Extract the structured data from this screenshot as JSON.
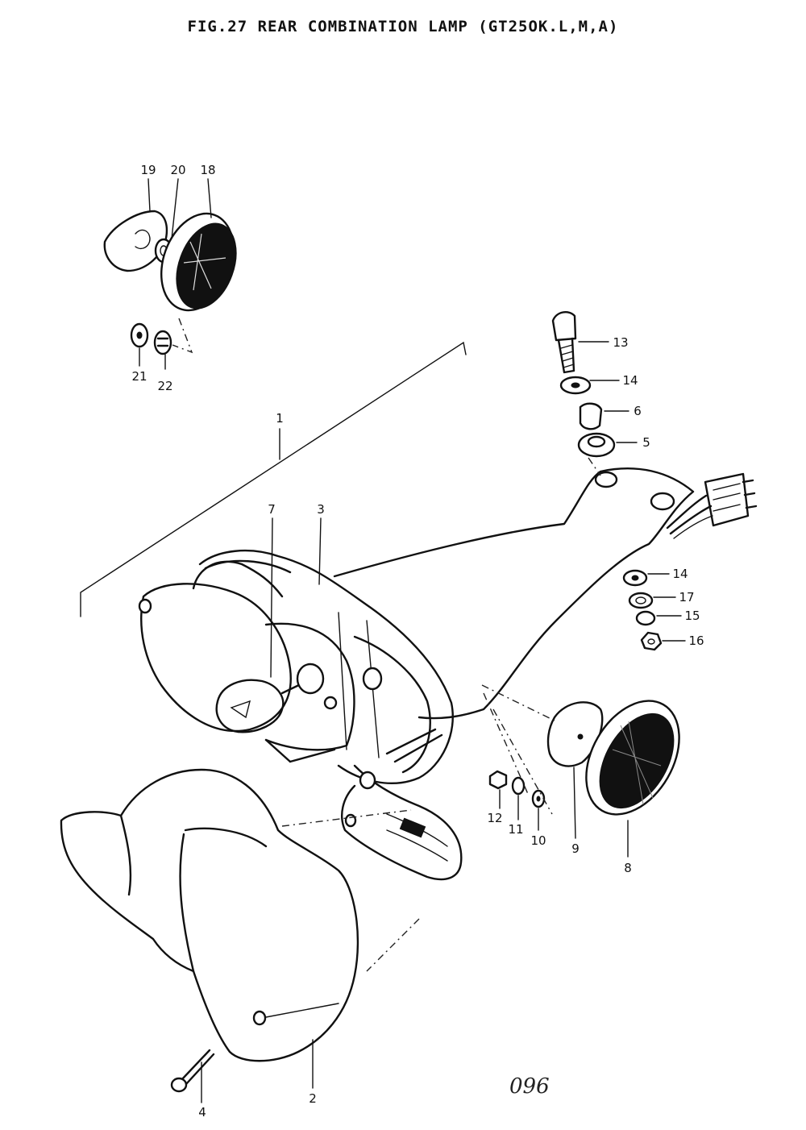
{
  "title": "FIG.27  REAR COMBINATION LAMP (GT25OK.L,M,A)",
  "page_number": "096",
  "callouts": [
    "1",
    "2",
    "3",
    "4",
    "5",
    "6",
    "7",
    "8",
    "9",
    "10",
    "11",
    "12",
    "13",
    "14",
    "14",
    "15",
    "16",
    "17",
    "18",
    "19",
    "20",
    "21",
    "22"
  ]
}
